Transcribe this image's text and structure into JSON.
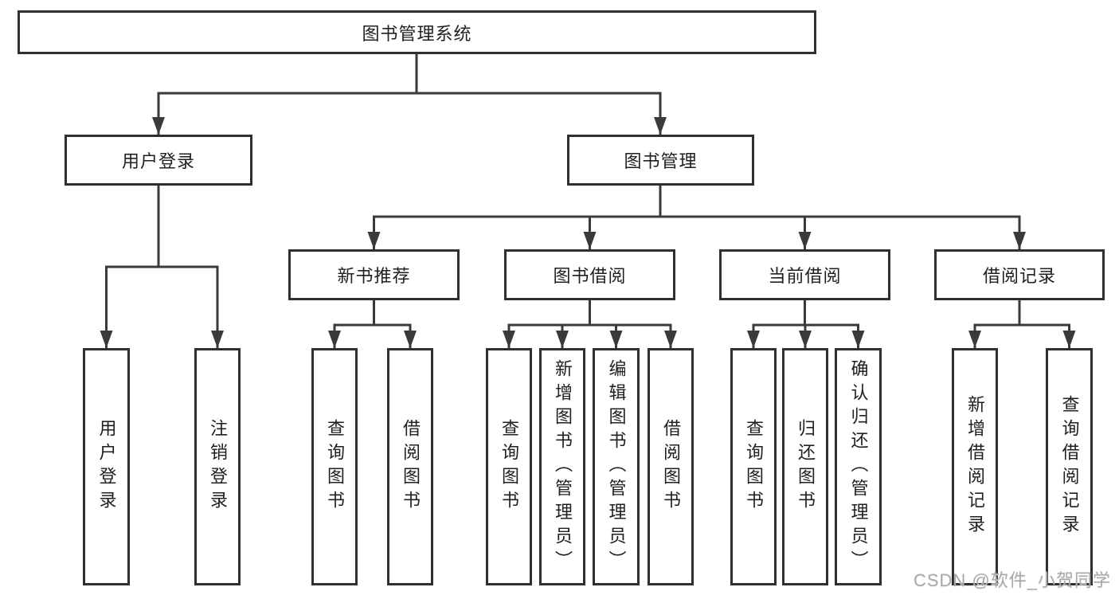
{
  "diagram": {
    "root": {
      "label": "图书管理系统"
    },
    "level2": [
      {
        "label": "用户登录"
      },
      {
        "label": "图书管理"
      }
    ],
    "level3": [
      {
        "label": "新书推荐",
        "parent": "图书管理"
      },
      {
        "label": "图书借阅",
        "parent": "图书管理"
      },
      {
        "label": "当前借阅",
        "parent": "图书管理"
      },
      {
        "label": "借阅记录",
        "parent": "图书管理"
      }
    ],
    "leaves": [
      {
        "label": "用户登录",
        "parent": "用户登录"
      },
      {
        "label": "注销登录",
        "parent": "用户登录"
      },
      {
        "label": "查询图书",
        "parent": "新书推荐"
      },
      {
        "label": "借阅图书",
        "parent": "新书推荐"
      },
      {
        "label": "查询图书",
        "parent": "图书借阅"
      },
      {
        "label": "新增图书（管理员）",
        "parent": "图书借阅"
      },
      {
        "label": "编辑图书（管理员）",
        "parent": "图书借阅"
      },
      {
        "label": "借阅图书",
        "parent": "图书借阅"
      },
      {
        "label": "查询图书",
        "parent": "当前借阅"
      },
      {
        "label": "归还图书",
        "parent": "当前借阅"
      },
      {
        "label": "确认归还（管理员）",
        "parent": "当前借阅"
      },
      {
        "label": "新增借阅记录",
        "parent": "借阅记录"
      },
      {
        "label": "查询借阅记录",
        "parent": "借阅记录"
      }
    ]
  },
  "watermark": "CSDN @软件_小贺同学",
  "colors": {
    "line": "#3a3a3a",
    "border": "#2f2f2f",
    "text": "#202020",
    "watermark": "#a9a9a9",
    "background": "#ffffff"
  }
}
